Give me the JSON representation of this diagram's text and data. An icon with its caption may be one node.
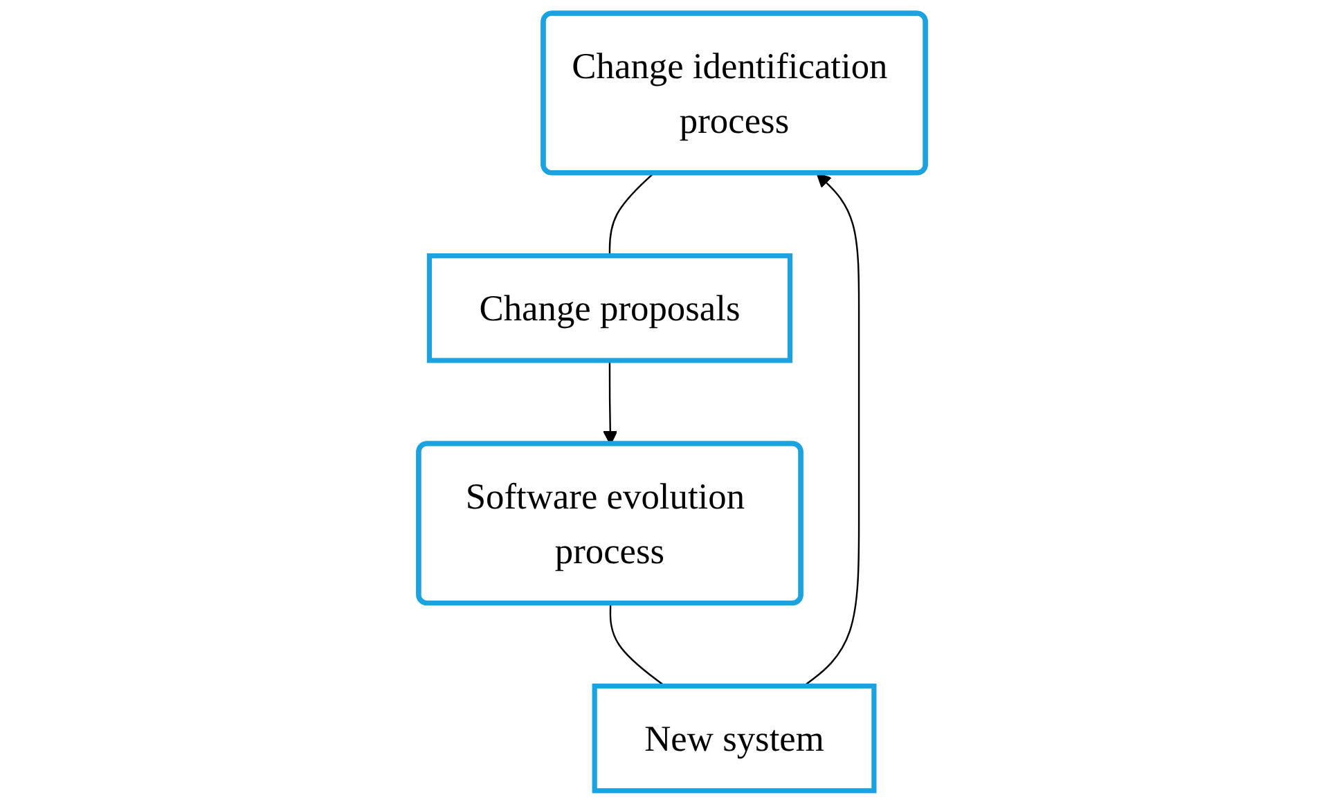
{
  "diagram": {
    "nodes": [
      {
        "text": [
          "Change identification process"
        ]
      },
      {
        "text": [
          "Change proposals"
        ]
      },
      {
        "text": [
          "Software evolution process"
        ]
      },
      {
        "text": [
          "New system"
        ]
      }
    ],
    "edges": [
      {
        "from": 0,
        "to": 1,
        "arrow": "none"
      },
      {
        "from": 1,
        "to": 2,
        "arrow": "to"
      },
      {
        "from": 2,
        "to": 3,
        "arrow": "none"
      },
      {
        "from": 3,
        "to": 0,
        "arrow": "to"
      }
    ]
  }
}
